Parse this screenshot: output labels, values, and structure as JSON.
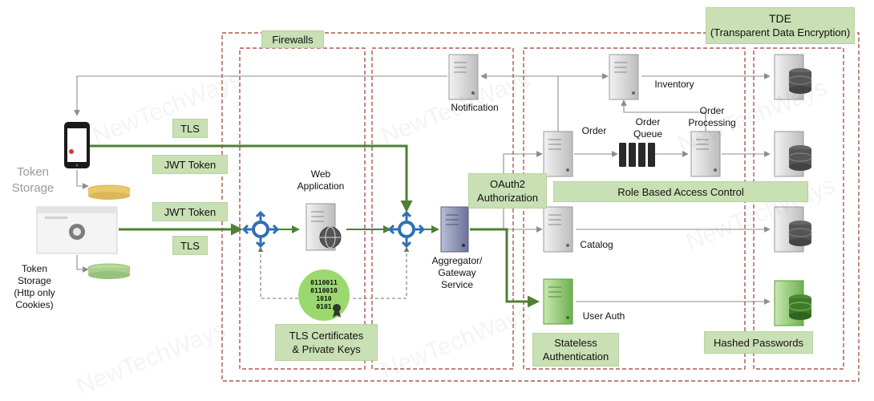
{
  "watermark": "NewTechWays",
  "zones": {
    "firewalls": "Firewalls",
    "tde_line1": "TDE",
    "tde_line2": "(Transparent Data Encryption)"
  },
  "client": {
    "token_storage_top_1": "Token",
    "token_storage_top_2": "Storage",
    "token_storage_bottom": [
      "Token",
      "Storage",
      "(Http only",
      "Cookies)"
    ]
  },
  "channel_labels": {
    "tls_top": "TLS",
    "jwt_top": "JWT Token",
    "jwt_bottom": "JWT Token",
    "tls_bottom": "TLS"
  },
  "nodes": {
    "web_app": [
      "Web",
      "Application"
    ],
    "tls_certs": [
      "TLS Certificates",
      "& Private Keys"
    ],
    "binary_lines": [
      "0110011",
      "0110010",
      "1010",
      "0101"
    ],
    "aggregator": [
      "Aggregator/",
      "Gateway",
      "Service"
    ],
    "notification": "Notification",
    "inventory": "Inventory",
    "order": "Order",
    "order_queue": [
      "Order",
      "Queue"
    ],
    "order_processing": [
      "Order",
      "Processing"
    ],
    "catalog": "Catalog",
    "user_auth": "User Auth"
  },
  "callouts": {
    "oauth": [
      "OAuth2",
      "Authorization"
    ],
    "rbac": "Role Based Access Control",
    "stateless": [
      "Stateless",
      "Authentication"
    ],
    "hashed": "Hashed Passwords"
  },
  "colors": {
    "zone_border": "#9b3b2f",
    "callout_fill": "#c9dfb4",
    "thick_arrow": "#4f7f33",
    "thin_arrow": "#8c8c8c",
    "router_blue": "#2f6fb3",
    "server_gray": "#d8d8d8",
    "server_green": "#8fca70",
    "server_blue": "#8a90b5",
    "token_yellow": "#e9c86a",
    "token_green": "#a9d08e"
  }
}
